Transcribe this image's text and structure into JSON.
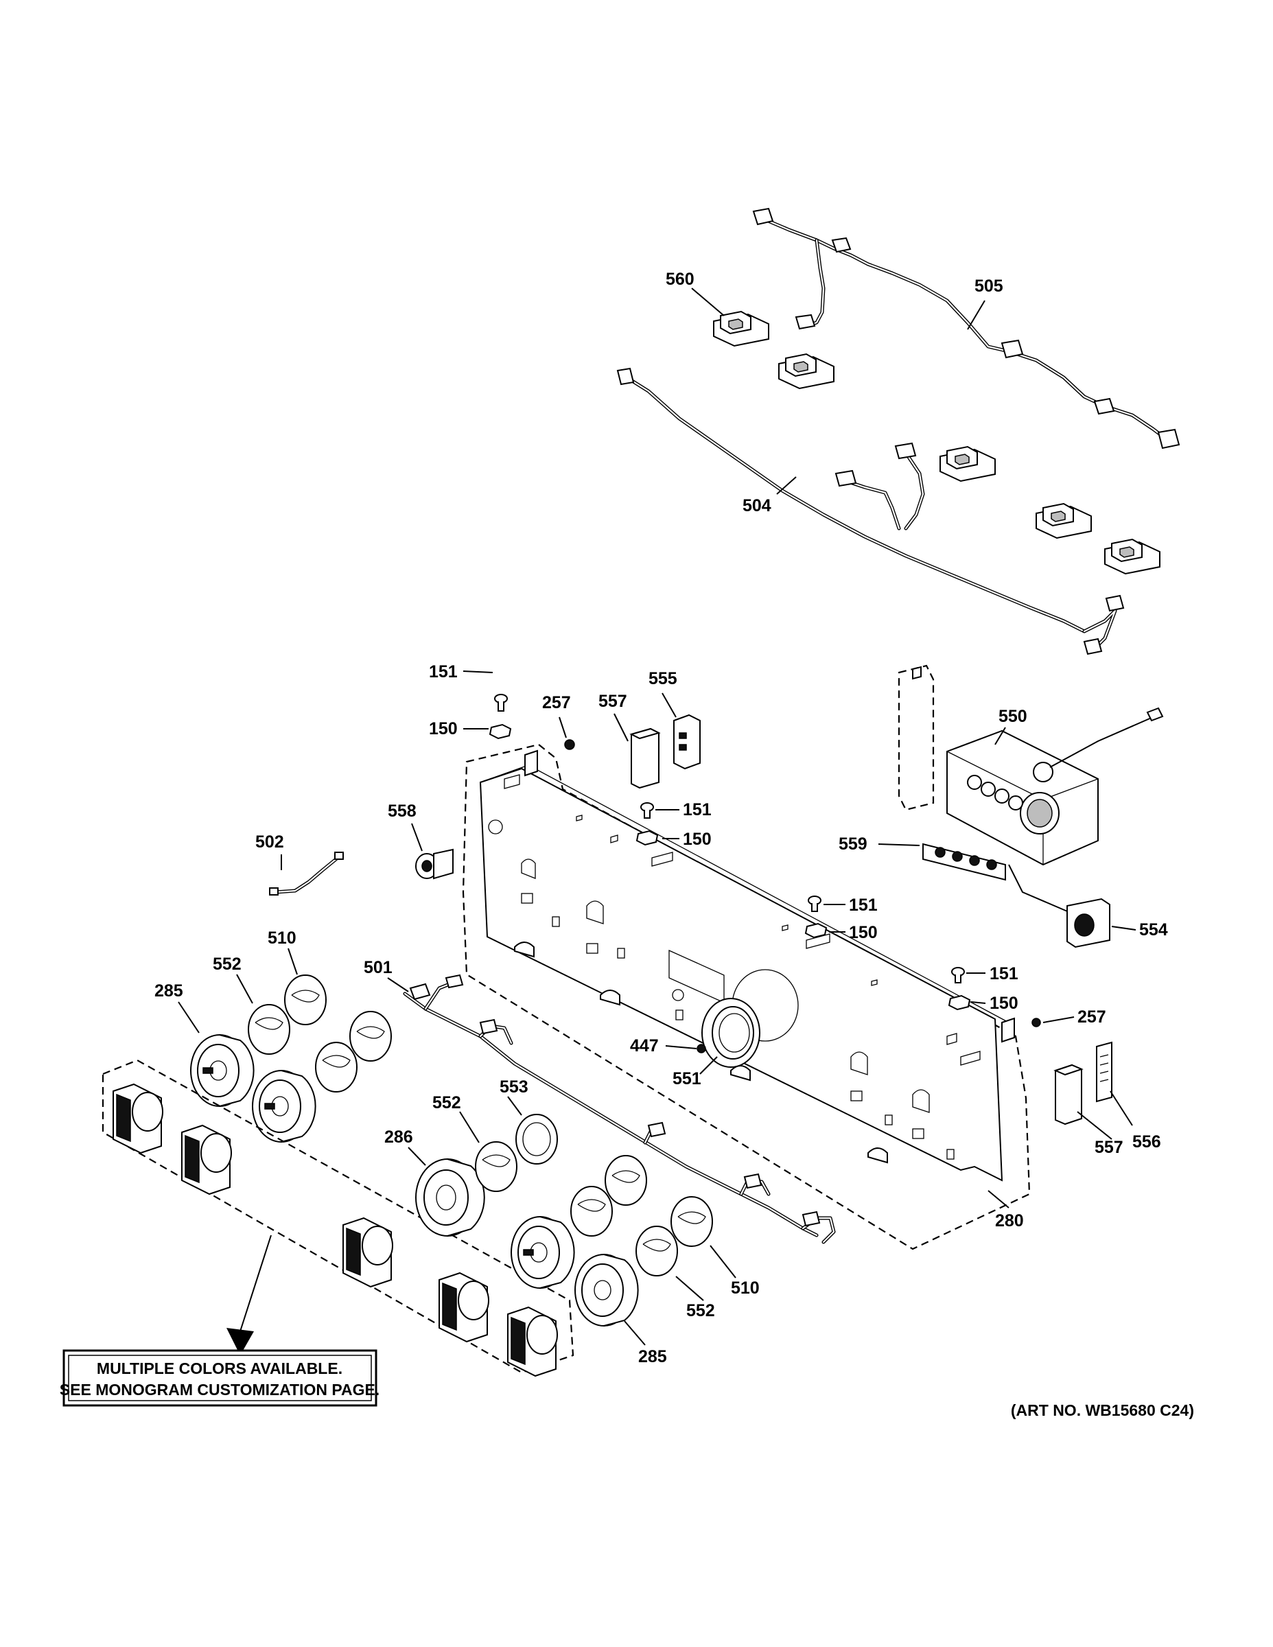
{
  "labels": {
    "p560": "560",
    "p505": "505",
    "p504": "504",
    "p151a": "151",
    "p150a": "150",
    "p257a": "257",
    "p557a": "557",
    "p555": "555",
    "p550": "550",
    "p502": "502",
    "p558": "558",
    "p151b": "151",
    "p150b": "150",
    "p559": "559",
    "p151c": "151",
    "p150c": "150",
    "p554": "554",
    "p510a": "510",
    "p552a": "552",
    "p285a": "285",
    "p501": "501",
    "p151d": "151",
    "p150d": "150",
    "p257b": "257",
    "p447": "447",
    "p551": "551",
    "p553": "553",
    "p552b": "552",
    "p286": "286",
    "p557b": "557",
    "p556": "556",
    "p280": "280",
    "p510b": "510",
    "p552c": "552",
    "p285b": "285"
  },
  "note": {
    "line1": "MULTIPLE COLORS AVAILABLE.",
    "line2": "SEE MONOGRAM CUSTOMIZATION PAGE."
  },
  "art_number": "(ART NO. WB15680 C24)"
}
